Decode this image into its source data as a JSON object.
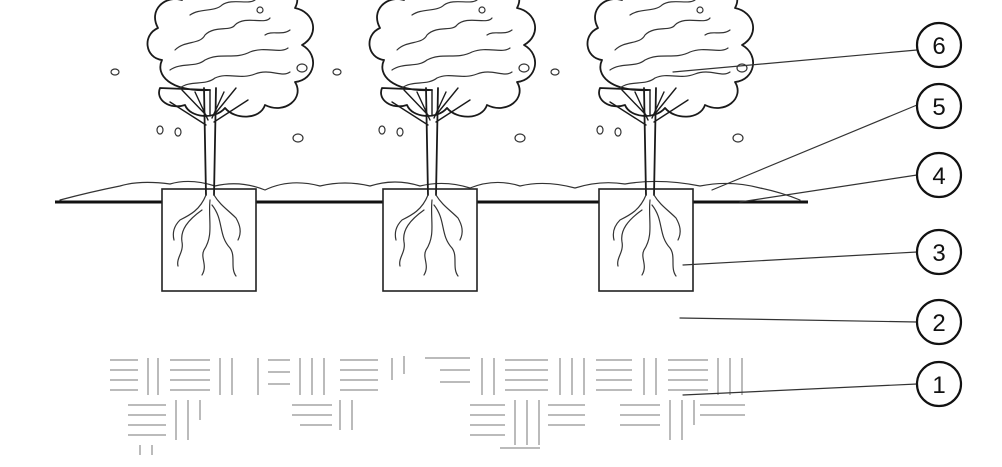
{
  "diagram": {
    "callouts": [
      {
        "id": "1",
        "label": "1"
      },
      {
        "id": "2",
        "label": "2"
      },
      {
        "id": "3",
        "label": "3"
      },
      {
        "id": "4",
        "label": "4"
      },
      {
        "id": "5",
        "label": "5"
      },
      {
        "id": "6",
        "label": "6"
      }
    ],
    "trees": [
      {
        "id": "tree-left"
      },
      {
        "id": "tree-middle"
      },
      {
        "id": "tree-right"
      }
    ],
    "colors": {
      "ink": "#1a1a1a",
      "faint": "#777777",
      "background": "#ffffff"
    }
  }
}
